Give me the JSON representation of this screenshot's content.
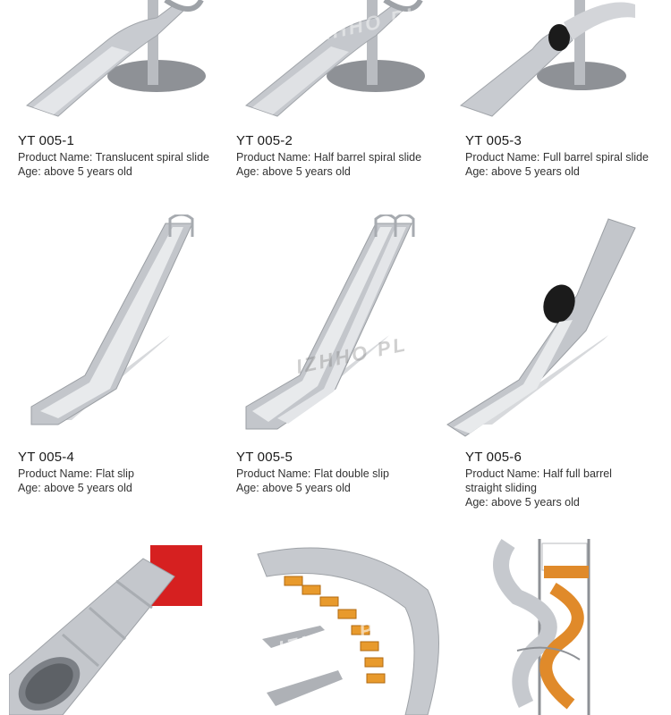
{
  "products": [
    {
      "code": "YT 005-1",
      "name_label": "Product Name: ",
      "name": "Translucent spiral slide",
      "age": "Age: above 5 years old"
    },
    {
      "code": "YT 005-2",
      "name_label": "Product Name: ",
      "name": "Half barrel spiral slide",
      "age": "Age: above 5 years old"
    },
    {
      "code": "YT 005-3",
      "name_label": "Product Name: ",
      "name": "Full barrel spiral slide",
      "age": "Age: above 5 years old"
    },
    {
      "code": "YT 005-4",
      "name_label": "Product Name: ",
      "name": "Flat slip",
      "age": "Age: above 5 years old"
    },
    {
      "code": "YT 005-5",
      "name_label": "Product Name: ",
      "name": "Flat double slip",
      "age": "Age: above 5 years old"
    },
    {
      "code": "YT 005-6",
      "name_label": "Product Name: ",
      "name": "Half full barrel",
      "name_line2": "straight sliding",
      "age": "Age: above 5 years old"
    }
  ],
  "watermark": "IZHHO PL"
}
